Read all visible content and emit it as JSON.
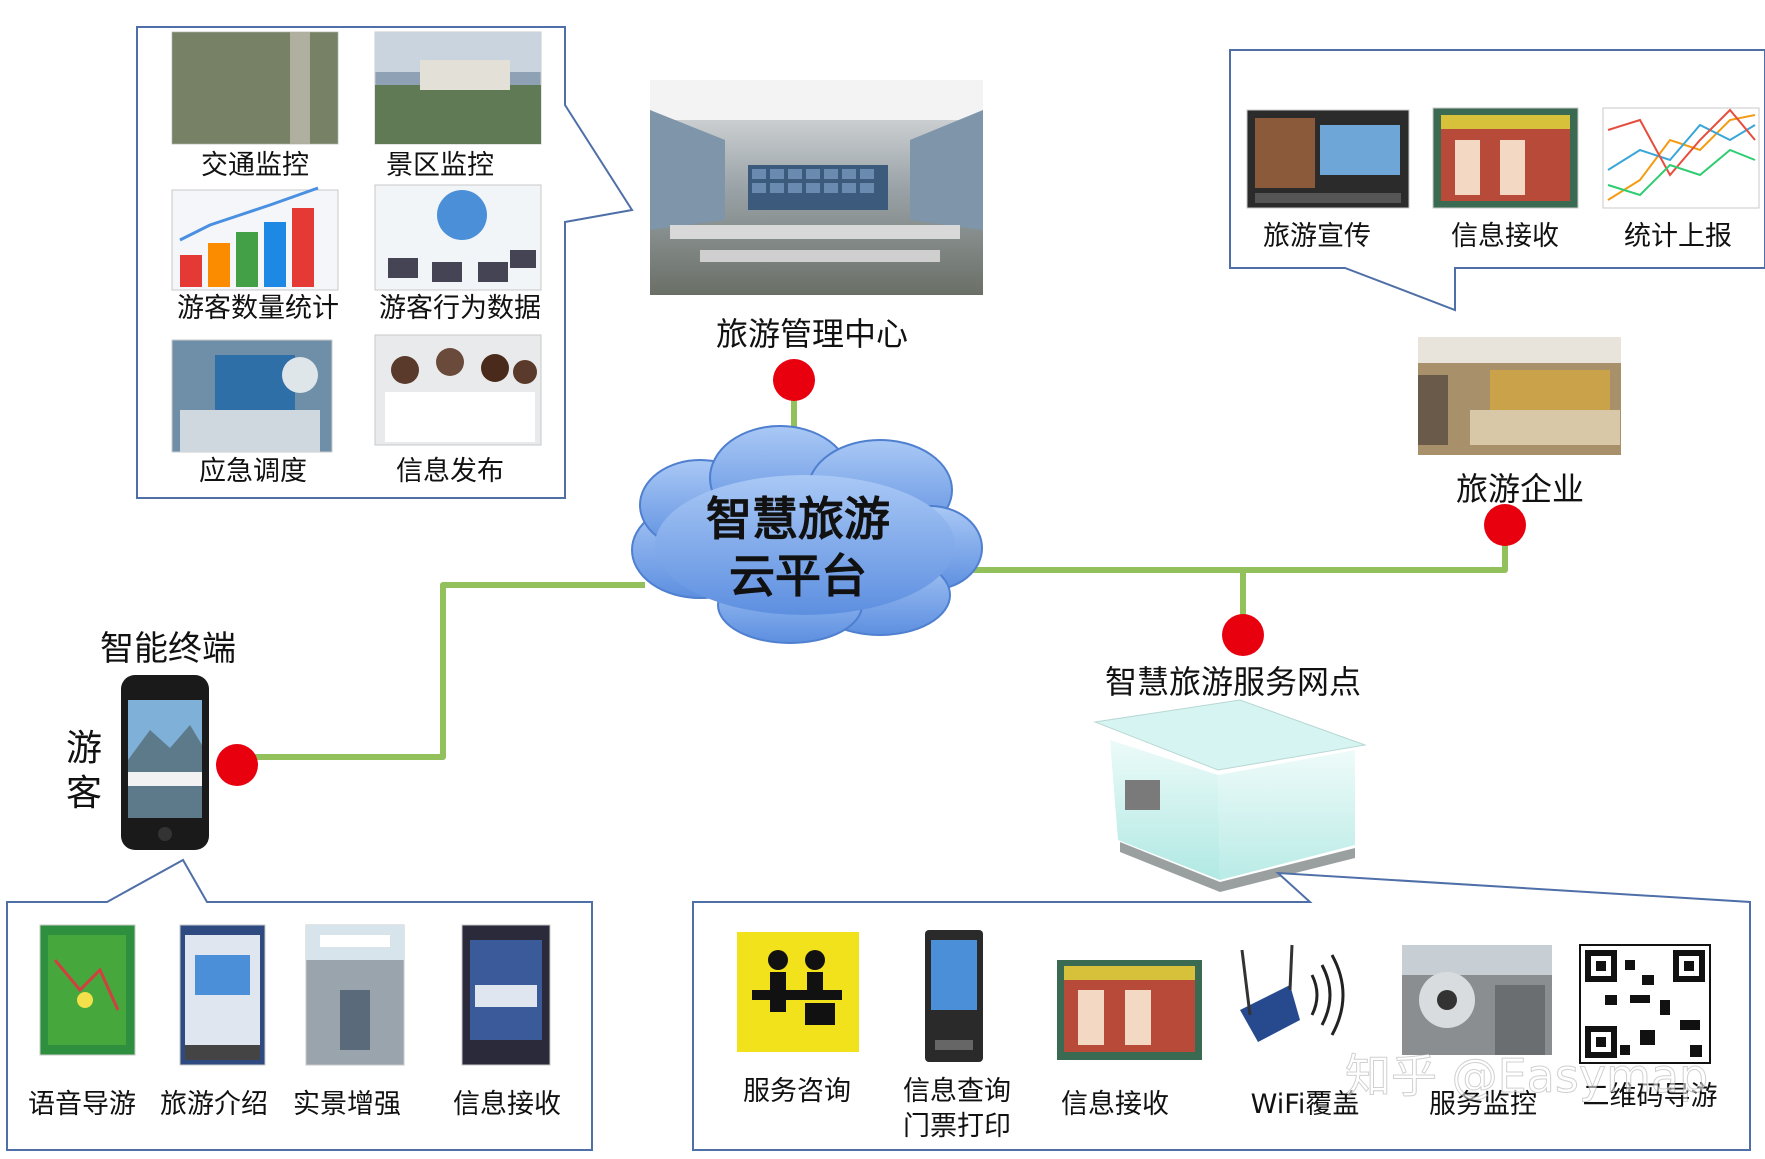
{
  "cloud": {
    "line1": "智慧旅游",
    "line2": "云平台"
  },
  "mgmt_center": {
    "label": "旅游管理中心",
    "panel_items": [
      "交通监控",
      "景区监控",
      "游客数量统计",
      "游客行为数据",
      "应急调度",
      "信息发布"
    ]
  },
  "enterprise": {
    "label": "旅游企业",
    "panel_items": [
      "旅游宣传",
      "信息接收",
      "统计上报"
    ]
  },
  "terminal": {
    "label": "智能终端",
    "tourist_chars": [
      "游",
      "客"
    ],
    "panel_items": [
      "语音导游",
      "旅游介绍",
      "实景增强",
      "信息接收"
    ]
  },
  "service_point": {
    "label": "智慧旅游服务网点",
    "panel_items": [
      {
        "lines": [
          "服务咨询"
        ]
      },
      {
        "lines": [
          "信息查询",
          "门票打印"
        ]
      },
      {
        "lines": [
          "信息接收"
        ]
      },
      {
        "lines": [
          "WiFi覆盖"
        ]
      },
      {
        "lines": [
          "服务监控"
        ]
      },
      {
        "lines": [
          "二维码导游"
        ]
      }
    ]
  },
  "watermark": "知乎 @Easymap",
  "colors": {
    "link": "#92c05a",
    "node": "#e8000f",
    "panel_border": "#4f6fa8",
    "cloud_fill": "#6f9ce6"
  }
}
